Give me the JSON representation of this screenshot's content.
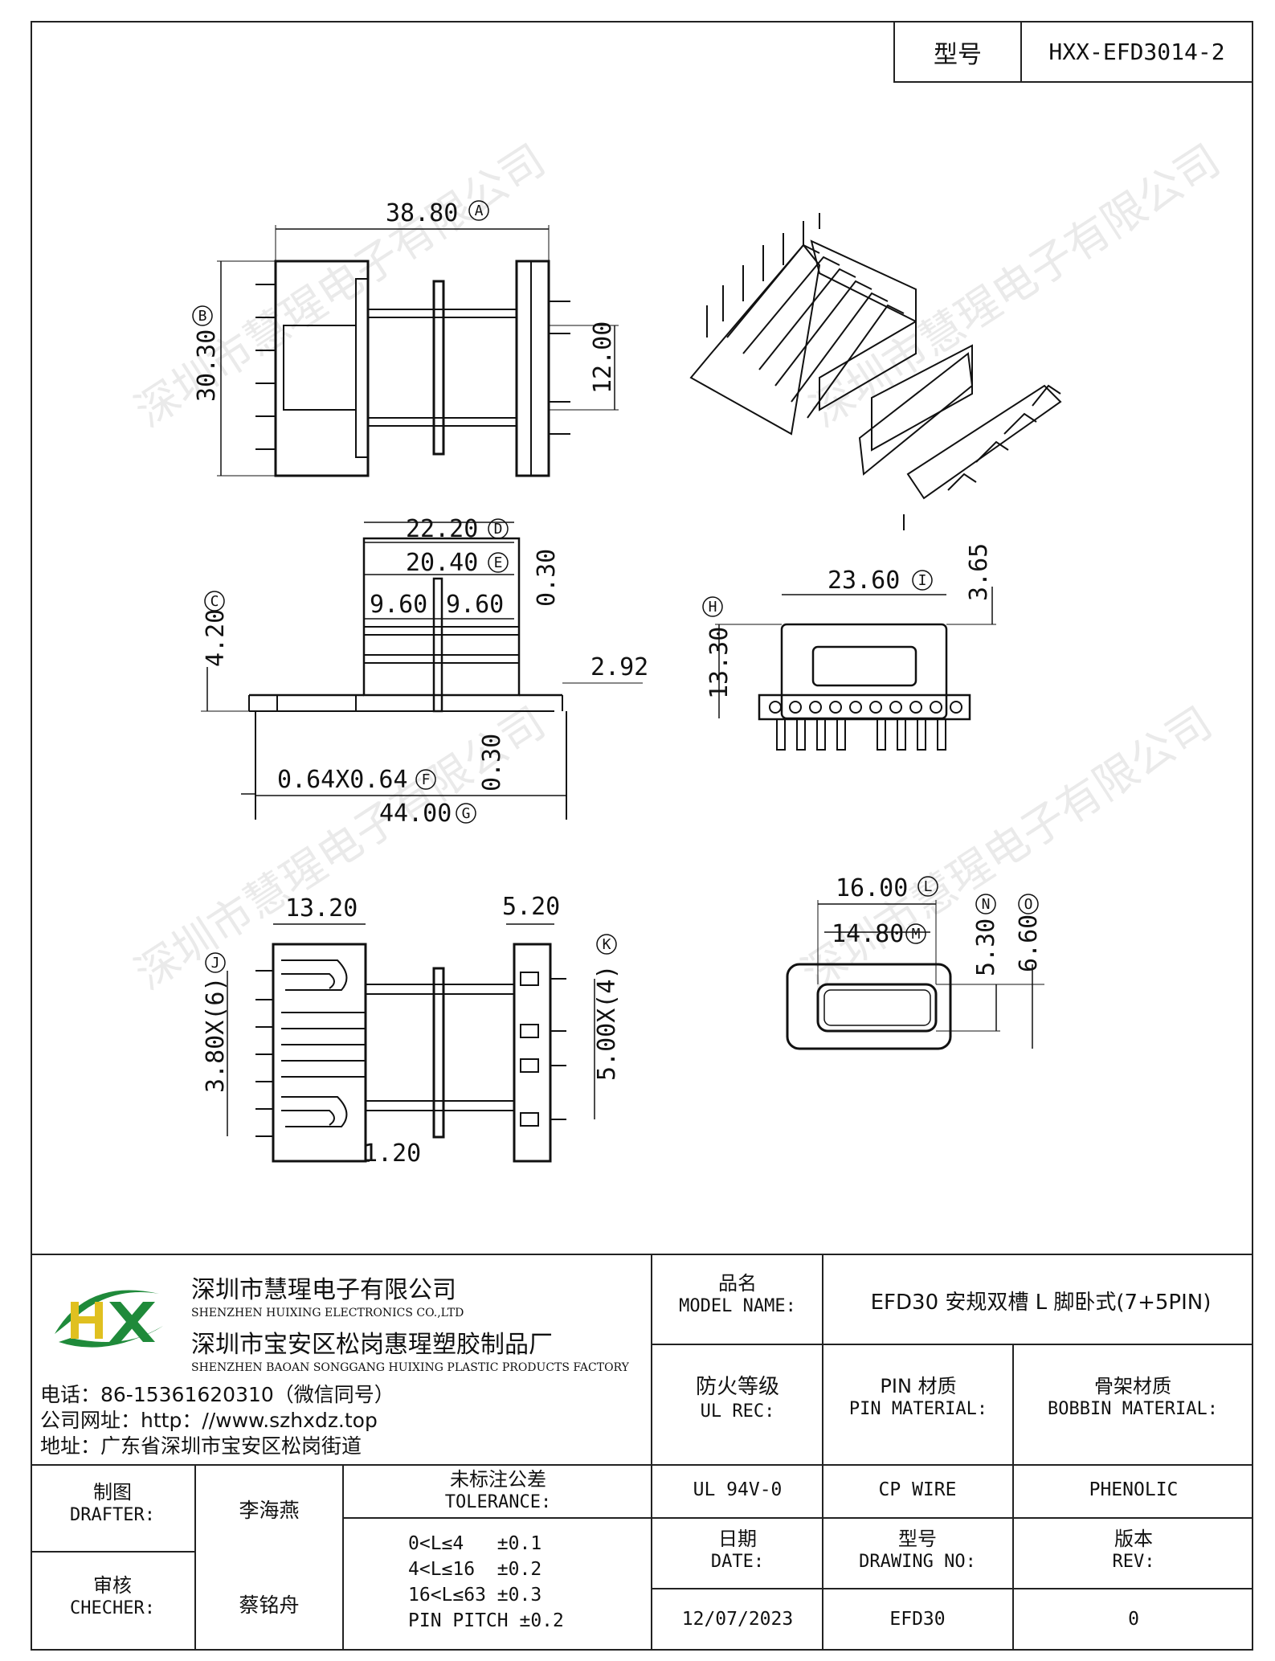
{
  "header": {
    "model_label": "型号",
    "model_value": "HXX-EFD3014-2"
  },
  "watermark": "深圳市慧瑆电子有限公司",
  "dimensions": {
    "A": "38.80",
    "B": "30.30",
    "h12": "12.00",
    "D": "22.20",
    "E": "20.40",
    "w9a": "9.60",
    "w9b": "9.60",
    "t030a": "0.30",
    "C": "4.20",
    "d292": "2.92",
    "F": "0.64X0.64",
    "t030b": "0.30",
    "G": "44.00",
    "I": "23.60",
    "H": "13.30",
    "d365": "3.65",
    "w1320": "13.20",
    "w520": "5.20",
    "J": "3.80X(6)",
    "K": "5.00X(4)",
    "d120": "1.20",
    "L": "16.00",
    "M": "14.80",
    "N": "5.30",
    "O": "6.60"
  },
  "markers": {
    "A": "A",
    "B": "B",
    "C": "C",
    "D": "D",
    "E": "E",
    "F": "F",
    "G": "G",
    "H": "H",
    "I": "I",
    "J": "J",
    "K": "K",
    "L": "L",
    "M": "M",
    "N": "N",
    "O": "O"
  },
  "company": {
    "logo": "HX",
    "name_cn": "深圳市慧瑆电子有限公司",
    "name_en": "SHENZHEN HUIXING ELECTRONICS CO.,LTD",
    "factory_cn": "深圳市宝安区松岗惠瑆塑胶制品厂",
    "factory_en": "SHENZHEN BAOAN SONGGANG HUIXING PLASTIC PRODUCTS FACTORY",
    "phone": "电话：86-15361620310（微信同号）",
    "website": "公司网址：http：//www.szhxdz.top",
    "address": "地址：广东省深圳市宝安区松岗街道"
  },
  "title_block": {
    "model_name_cn": "品名",
    "model_name_en": "MODEL NAME:",
    "model_name_value": "EFD30 安规双槽 L 脚卧式(7+5PIN)",
    "ul_rec_cn": "防火等级",
    "ul_rec_en": "UL REC:",
    "pin_mat_cn": "PIN 材质",
    "pin_mat_en": "PIN MATERIAL:",
    "bobbin_mat_cn": "骨架材质",
    "bobbin_mat_en": "BOBBIN MATERIAL:",
    "ul_value": "UL 94V-0",
    "pin_value": "CP WIRE",
    "bobbin_value": "PHENOLIC",
    "drafter_cn": "制图",
    "drafter_en": "DRAFTER:",
    "drafter_name": "李海燕",
    "tolerance_cn": "未标注公差",
    "tolerance_en": "TOLERANCE:",
    "tol_1": "0<L≤4   ±0.1",
    "tol_2": "4<L≤16  ±0.2",
    "tol_3": "16<L≤63 ±0.3",
    "tol_4": "PIN PITCH ±0.2",
    "date_cn": "日期",
    "date_en": "DATE:",
    "drawing_cn": "型号",
    "drawing_en": "DRAWING NO:",
    "rev_cn": "版本",
    "rev_en": "REV:",
    "checker_cn": "审核",
    "checker_en": "CHECHER:",
    "checker_name": "蔡铭舟",
    "date_value": "12/07/2023",
    "drawing_value": "EFD30",
    "rev_value": "0"
  }
}
